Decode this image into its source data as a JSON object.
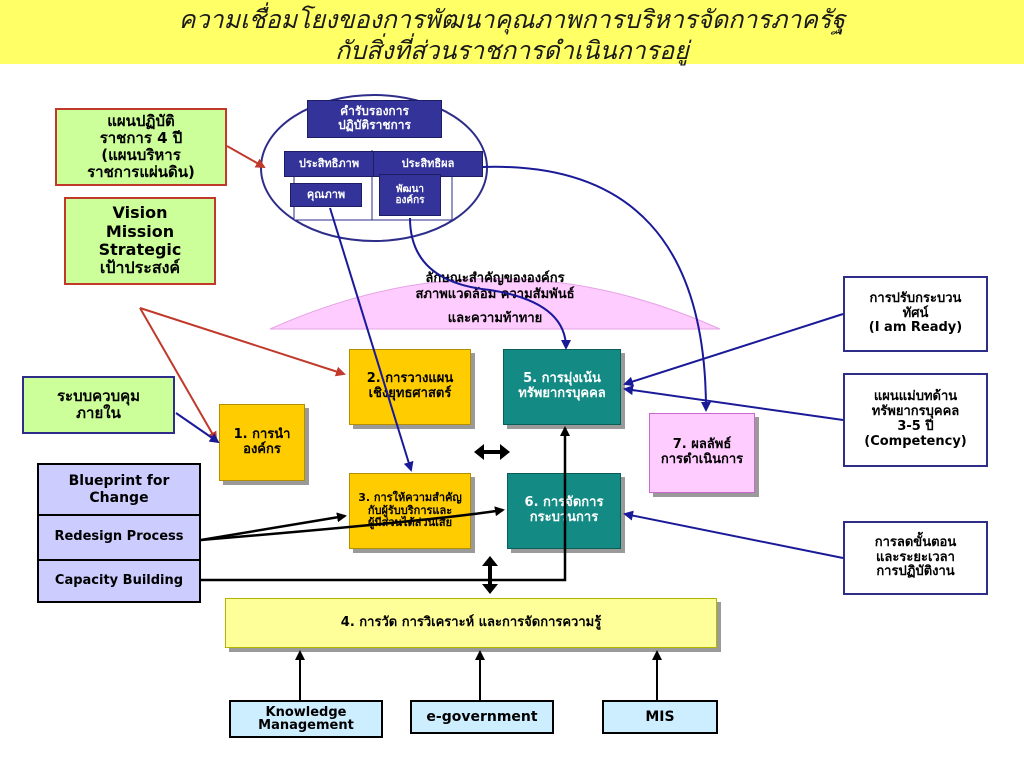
{
  "title": {
    "line1": "ความเชื่อมโยงของการพัฒนาคุณภาพการบริหารจัดการภาครัฐ",
    "line2": "กับสิ่งที่ส่วนราชการดำเนินการอยู่"
  },
  "left": {
    "plan": [
      "แผนปฏิบัติ",
      "ราชการ 4 ปี",
      "(แผนบริหาร",
      "ราชการแผ่นดิน)"
    ],
    "vision": [
      "Vision",
      "Mission",
      "Strategic",
      "เป้าประสงค์"
    ],
    "control": [
      "ระบบควบคุม",
      "ภายใน"
    ]
  },
  "oval": {
    "header": [
      "คำรับรองการ",
      "ปฏิบัติราชการ"
    ],
    "efficiency": "ประสิทธิภาพ",
    "effectiveness": "ประสิทธิผล",
    "quality": "คุณภาพ",
    "development": [
      "พัฒนา",
      "องค์กร"
    ]
  },
  "dome": {
    "line1": "ลักษณะสำคัญขององค์กร",
    "line2": "สภาพแวดล้อม ความสัมพันธ์",
    "line3": "และความท้าทาย"
  },
  "categories": {
    "c1": [
      "1. การนำ",
      "องค์กร"
    ],
    "c2": [
      "2. การวางแผน",
      "เชิงยุทธศาสตร์"
    ],
    "c3": [
      "3. การให้ความสำคัญ",
      "กับผู้รับบริการและ",
      "ผู้มีส่วนได้ส่วนเสีย"
    ],
    "c5": [
      "5. การมุ่งเน้น",
      "ทรัพยากรบุคคล"
    ],
    "c6": [
      "6. การจัดการ",
      "กระบวนการ"
    ],
    "c7": [
      "7. ผลลัพธ์",
      "การดำเนินการ"
    ],
    "c4": "4. การวัด การวิเคราะห์ และการจัดการความรู้"
  },
  "change": {
    "blueprint": [
      "Blueprint for",
      "Change"
    ],
    "redesign": "Redesign Process",
    "capacity": "Capacity Building"
  },
  "right": {
    "paradigm": [
      "การปรับกระบวน",
      "ทัศน์",
      "(I am Ready)"
    ],
    "hr_master": [
      "แผนแม่บทด้าน",
      "ทรัพยากรบุคคล",
      "3-5 ปี",
      "(Competency)"
    ],
    "reduce": [
      "การลดขั้นตอน",
      "และระยะเวลา",
      "การปฏิบัติงาน"
    ]
  },
  "bottom": {
    "km": [
      "Knowledge",
      "Management"
    ],
    "egov": "e-government",
    "mis": "MIS"
  },
  "colors": {
    "header_bg": "#ffff66",
    "navy": "#1a1a99",
    "red": "#c0392b",
    "teal": "#138b84",
    "gold": "#ffcc00"
  }
}
